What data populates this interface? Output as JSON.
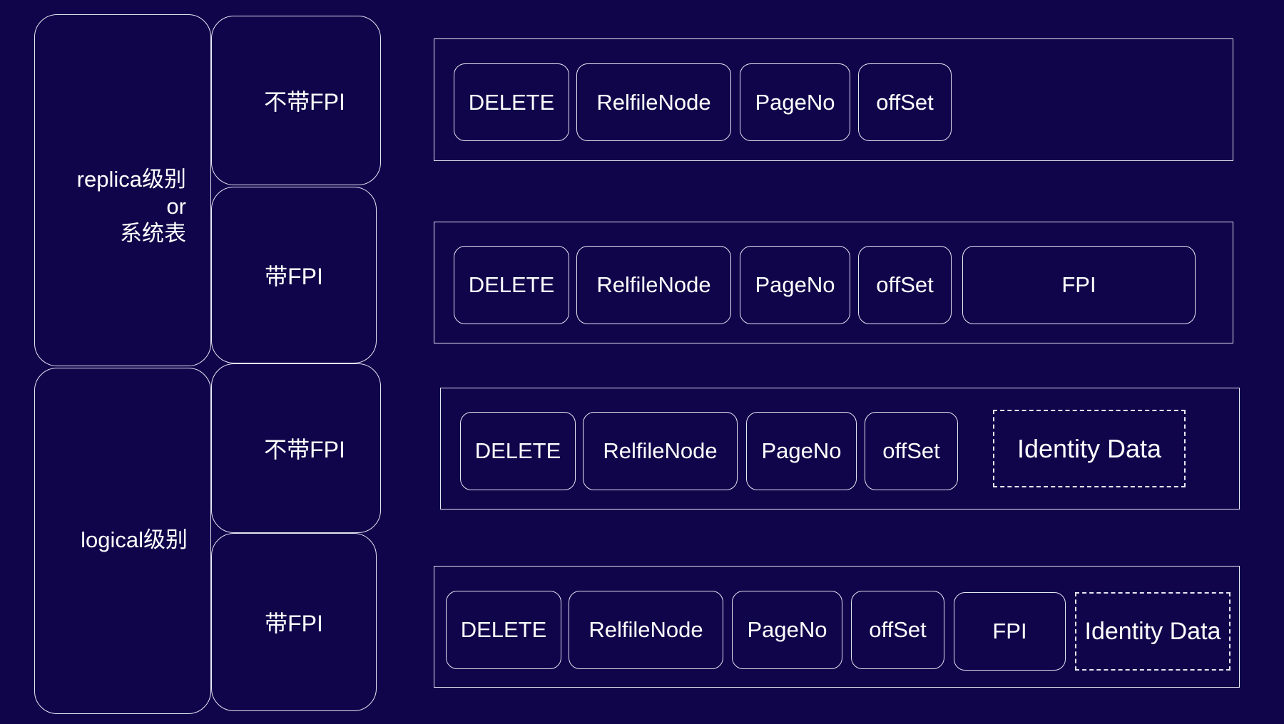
{
  "levels": [
    {
      "label_lines": [
        "replica级别",
        "or",
        "系统表"
      ],
      "variants": [
        "不带FPI",
        "带FPI"
      ]
    },
    {
      "label_lines": [
        "logical级别"
      ],
      "variants": [
        "不带FPI",
        "带FPI"
      ]
    }
  ],
  "records": [
    {
      "fields": [
        "DELETE",
        "RelfileNode",
        "PageNo",
        "offSet"
      ]
    },
    {
      "fields": [
        "DELETE",
        "RelfileNode",
        "PageNo",
        "offSet",
        "FPI"
      ]
    },
    {
      "fields": [
        "DELETE",
        "RelfileNode",
        "PageNo",
        "offSet"
      ],
      "identity": "Identity Data"
    },
    {
      "fields": [
        "DELETE",
        "RelfileNode",
        "PageNo",
        "offSet",
        "FPI"
      ],
      "identity": "Identity Data"
    }
  ],
  "colors": {
    "background": "#10054a",
    "stroke": "#e8e4f4",
    "text": "#ffffff"
  }
}
